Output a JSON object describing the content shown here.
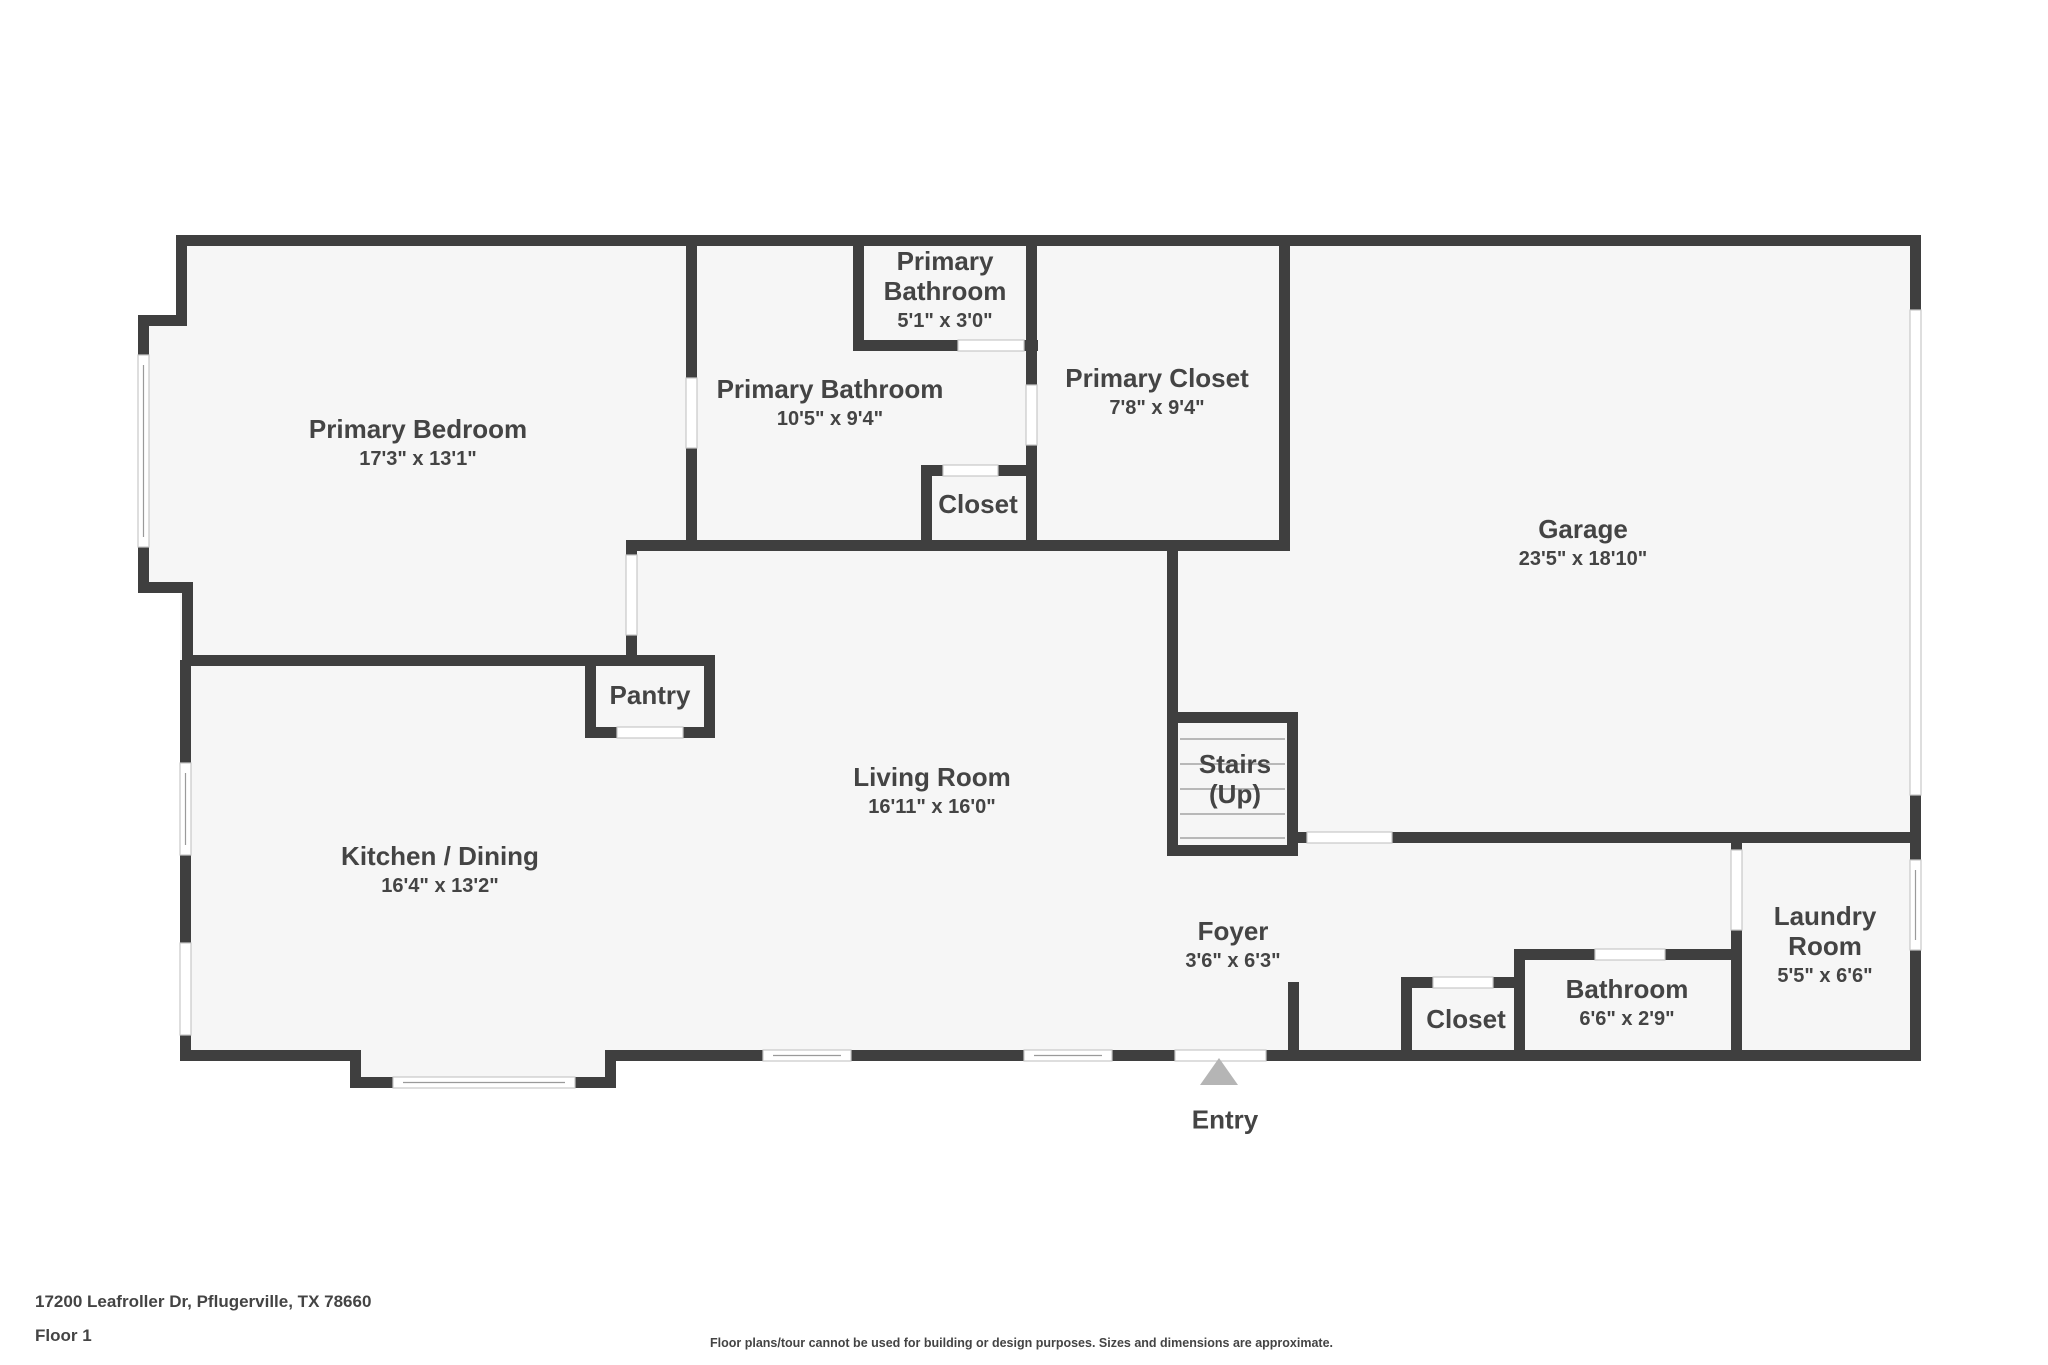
{
  "plan": {
    "floor_label": "Floor 1",
    "address": "17200 Leafroller Dr, Pflugerville, TX 78660",
    "disclaimer": "Floor plans/tour cannot be used for building or design purposes. Sizes and dimensions are approximate.",
    "entry_label": "Entry",
    "colors": {
      "wall": "#3f3f3f",
      "floor": "#f6f6f6",
      "text": "#444444",
      "entry_arrow": "#b5b5b5"
    }
  },
  "rooms": [
    {
      "id": "primary-bedroom",
      "name": "Primary Bedroom",
      "dims": "17'3\" x 13'1\""
    },
    {
      "id": "primary-bathroom",
      "name": "Primary Bathroom",
      "dims": "10'5\" x 9'4\""
    },
    {
      "id": "primary-bathroom-wc",
      "name": "Primary Bathroom",
      "dims": "5'1\" x 3'0\""
    },
    {
      "id": "closet-upper",
      "name": "Closet",
      "dims": ""
    },
    {
      "id": "primary-closet",
      "name": "Primary Closet",
      "dims": "7'8\" x 9'4\""
    },
    {
      "id": "garage",
      "name": "Garage",
      "dims": "23'5\" x 18'10\""
    },
    {
      "id": "pantry",
      "name": "Pantry",
      "dims": ""
    },
    {
      "id": "living-room",
      "name": "Living Room",
      "dims": "16'11\" x 16'0\""
    },
    {
      "id": "kitchen-dining",
      "name": "Kitchen / Dining",
      "dims": "16'4\" x 13'2\""
    },
    {
      "id": "stairs",
      "name": "Stairs (Up)",
      "dims": ""
    },
    {
      "id": "foyer",
      "name": "Foyer",
      "dims": "3'6\" x 6'3\""
    },
    {
      "id": "closet-lower",
      "name": "Closet",
      "dims": ""
    },
    {
      "id": "bathroom",
      "name": "Bathroom",
      "dims": "6'6\" x 2'9\""
    },
    {
      "id": "laundry-room",
      "name": "Laundry Room",
      "dims": "5'5\" x 6'6\""
    }
  ],
  "labels": {
    "primary_bedroom": {
      "name": "Primary Bedroom",
      "dims": "17'3\" x 13'1\""
    },
    "primary_bathroom": {
      "name": "Primary Bathroom",
      "dims": "10'5\" x 9'4\""
    },
    "primary_bathroom_wc": {
      "name_1": "Primary",
      "name_2": "Bathroom",
      "dims": "5'1\" x 3'0\""
    },
    "closet_upper": {
      "name": "Closet"
    },
    "primary_closet": {
      "name": "Primary Closet",
      "dims": "7'8\" x 9'4\""
    },
    "garage": {
      "name": "Garage",
      "dims": "23'5\" x 18'10\""
    },
    "pantry": {
      "name": "Pantry"
    },
    "living_room": {
      "name": "Living Room",
      "dims": "16'11\" x 16'0\""
    },
    "kitchen_dining": {
      "name": "Kitchen / Dining",
      "dims": "16'4\" x 13'2\""
    },
    "stairs": {
      "name_1": "Stairs",
      "name_2": "(Up)"
    },
    "foyer": {
      "name": "Foyer",
      "dims": "3'6\" x 6'3\""
    },
    "closet_lower": {
      "name": "Closet"
    },
    "bathroom": {
      "name": "Bathroom",
      "dims": "6'6\" x 2'9\""
    },
    "laundry_room": {
      "name_1": "Laundry",
      "name_2": "Room",
      "dims": "5'5\" x 6'6\""
    }
  }
}
